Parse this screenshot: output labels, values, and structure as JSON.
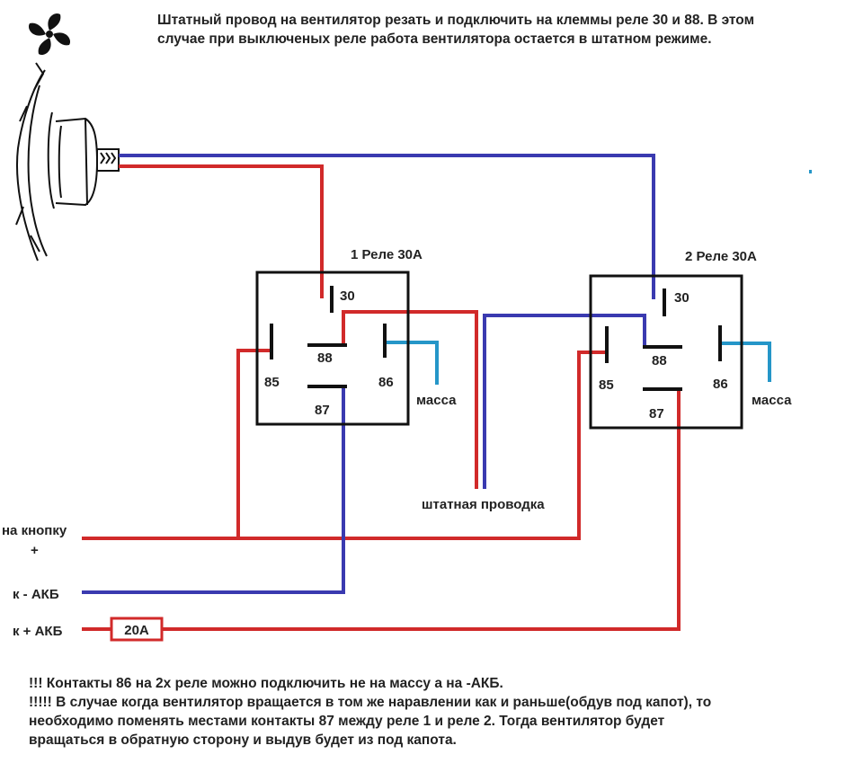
{
  "header": {
    "note_line1": "Штатный провод на вентилятор резать и подключить на клеммы реле 30 и 88. В этом",
    "note_line2": "случае при выключеных реле работа вентилятора остается в штатном режиме."
  },
  "relay1": {
    "title": "1 Реле 30А",
    "pin30": "30",
    "pin88": "88",
    "pin85": "85",
    "pin86": "86",
    "pin87": "87"
  },
  "relay2": {
    "title": "2 Реле 30А",
    "pin30": "30",
    "pin88": "88",
    "pin85": "85",
    "pin86": "86",
    "pin87": "87"
  },
  "labels": {
    "ground1": "масса",
    "ground2": "масса",
    "stock_wiring": "штатная проводка",
    "to_button": "на кнопку",
    "plus": "+",
    "to_minus_batt": "к - АКБ",
    "to_plus_batt": "к + АКБ",
    "fuse": "20А"
  },
  "footer": {
    "line1": "!!! Контакты 86 на 2х реле можно подключить не на массу а на -АКБ.",
    "line2": "!!!!!  В случае когда вентилятор вращается в том же наравлении как и раньше(обдув под капот), то",
    "line3": "необходимо поменять местами контакты 87 между реле 1 и реле 2.  Тогда вентилятор будет",
    "line4": "вращаться в обратную сторону и выдув будет из под капота."
  },
  "colors": {
    "wire_red": "#d12a2a",
    "wire_blue": "#3a3ab0",
    "wire_cyan": "#2596c8",
    "outline": "#111111"
  }
}
